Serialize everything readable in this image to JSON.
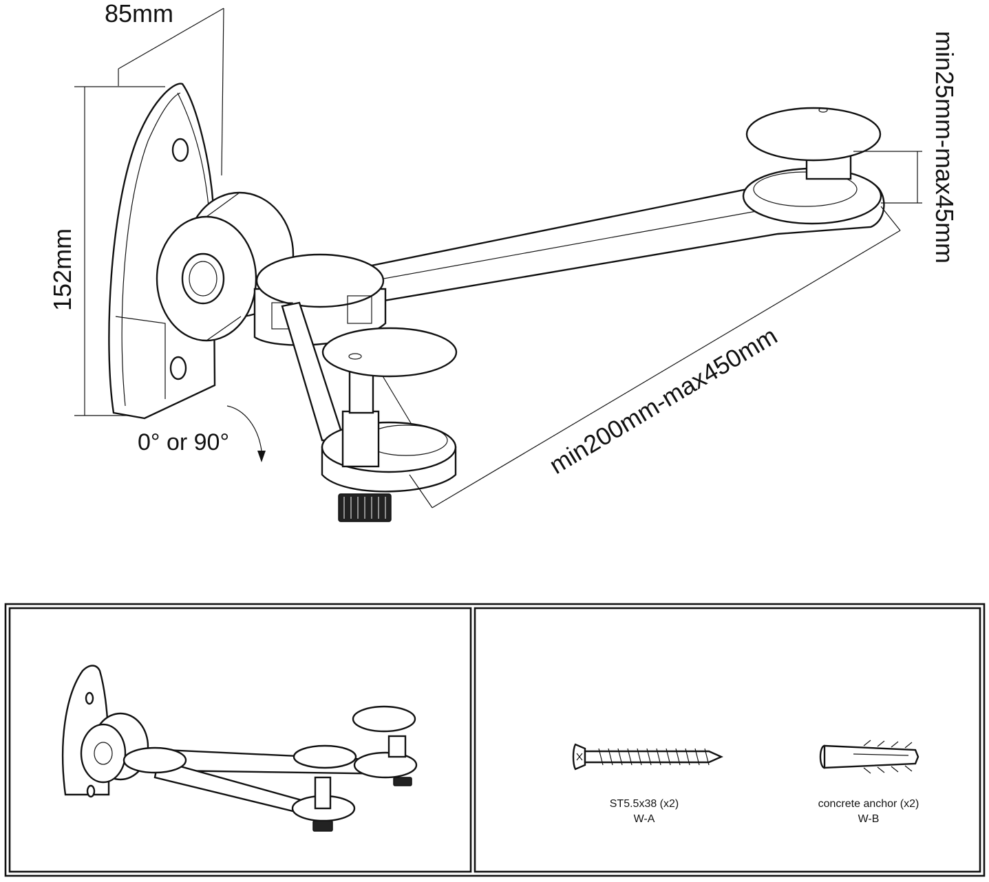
{
  "dimensions": {
    "plate_width": "85mm",
    "plate_height": "152mm",
    "clamp_range": "min25mm-max45mm",
    "arm_reach": "min200mm-max450mm",
    "rotation": "0° or 90°"
  },
  "parts": [
    {
      "spec": "ST5.5x38  (x2)",
      "code": "W-A",
      "icon": "wood-screw-icon"
    },
    {
      "spec": "concrete anchor (x2)",
      "code": "W-B",
      "icon": "wall-plug-icon"
    }
  ]
}
